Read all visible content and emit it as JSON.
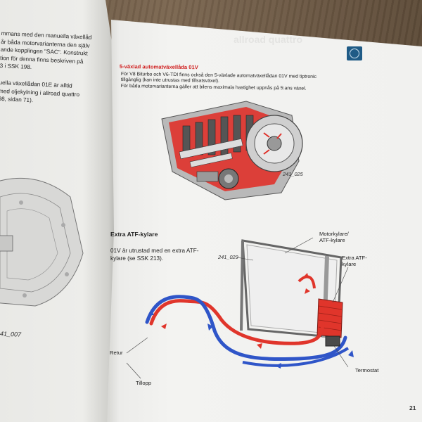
{
  "left_page": {
    "paragraph1": "mmans med den manuella växellåd\når båda motorvarianterna den själv\nande kopplingen \"SAC\". Konstrukt\ntion för denna finns beskriven på\n3 i SSK 198.",
    "paragraph2": "uella växellådan 01E är alltid\nmed oljekylning i allroad quattro\n98, sidan 71).",
    "figure_caption": "41_007"
  },
  "header": {
    "ghost_title": "allroad quattro"
  },
  "section_5speed": {
    "heading": "5-växlad automatväxellåda 01V",
    "intro_line1": "För V8 Biturbo och V6-TDI finns också den 5-växlade automatväxellådan 01V med tiptronic",
    "intro_line2": "tillgänglig (kan inte utrustas med tillsatsväxel).",
    "intro_line3": "För båda motorvarianterna gäller att bilens maximala hastighet uppnås på 5:ans växel.",
    "figure_number": "241_025"
  },
  "section_atf": {
    "title": "Extra ATF-kylare",
    "body": "01V är utrustad med en extra ATF-kylare (se SSK 213).",
    "figure_number": "241_029",
    "labels": {
      "engine_cooler": "Motorkylare/\nATF-kylare",
      "extra_cooler": "Extra ATF-\nkylare",
      "return": "Retur",
      "supply": "Tillopp",
      "thermostat": "Termostat"
    }
  },
  "page_number": "21",
  "colors": {
    "heading_red": "#d02020",
    "hot_pipe": "#e0352b",
    "cold_pipe": "#2f55c8",
    "logo_blue": "#1f5b86"
  }
}
